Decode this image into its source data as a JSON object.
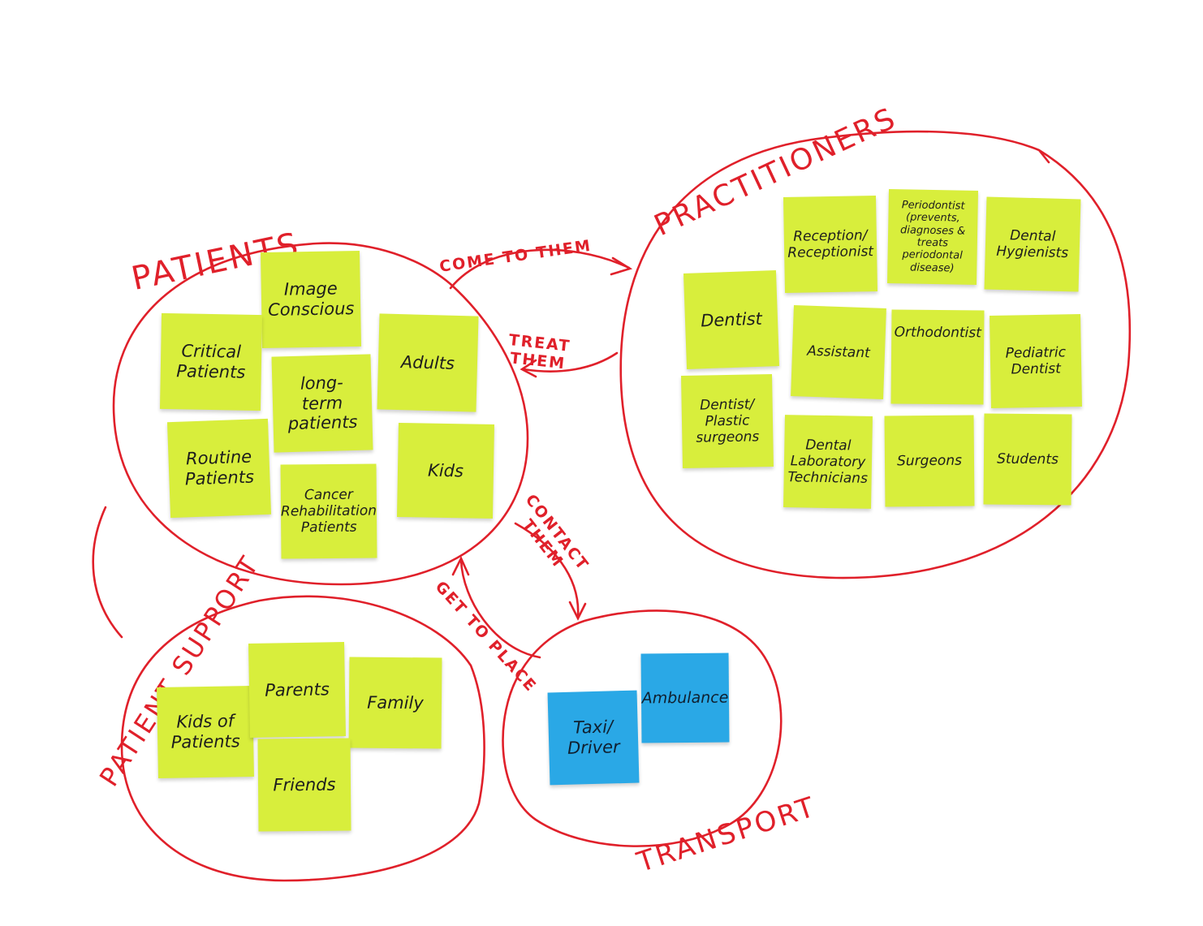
{
  "groups": {
    "patients": "PATIENTS",
    "practitioners": "PRACTITIONERS",
    "patient_support": "PATIENT SUPPORT",
    "transport": "TRANSPORT"
  },
  "arrows": {
    "come_to_them": "COME TO THEM",
    "treat_them": "TREAT\nTHEM",
    "contact_them": "CONTACT\nTHEM",
    "get_to_place": "GET TO PLACE"
  },
  "notes": {
    "patients": {
      "image_conscious": "Image\nConscious",
      "critical_patients": "Critical\nPatients",
      "long_term_patients": "long-\nterm\npatients",
      "adults": "Adults",
      "routine_patients": "Routine\nPatients",
      "cancer_rehab": "Cancer\nRehabilitation\nPatients",
      "kids": "Kids"
    },
    "practitioners": {
      "reception": "Reception/\nReceptionist",
      "periodontist": "Periodontist\n(prevents,\ndiagnoses &\ntreats periodontal\ndisease)",
      "dental_hygienists": "Dental\nHygienists",
      "dentist": "Dentist",
      "assistant": "Assistant",
      "orthodontist": "Orthodontist",
      "pediatric_dentist": "Pediatric\nDentist",
      "dentist_plastic": "Dentist/\nPlastic\nsurgeons",
      "dental_lab": "Dental\nLaboratory\nTechnicians",
      "surgeons": "Surgeons",
      "students": "Students"
    },
    "patient_support": {
      "kids_of_patients": "Kids of\nPatients",
      "parents": "Parents",
      "family": "Family",
      "friends": "Friends"
    },
    "transport": {
      "ambulance": "Ambulance",
      "taxi_driver": "Taxi/\nDriver"
    }
  },
  "colors": {
    "marker_red": "#e0202a",
    "sticky_green": "#d8ee3c",
    "sticky_blue": "#2aa8e6"
  }
}
